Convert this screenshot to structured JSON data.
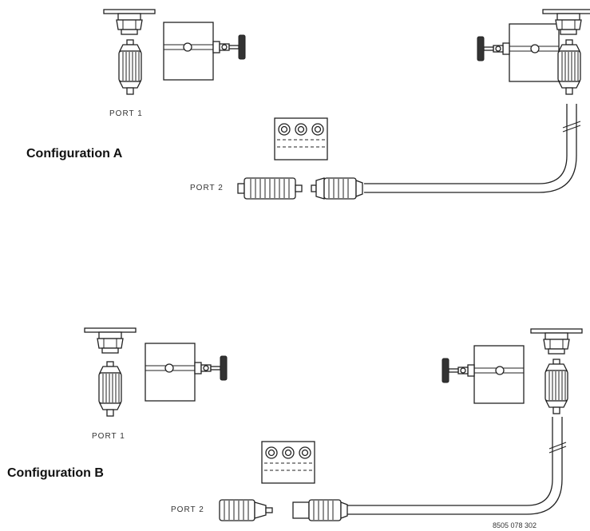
{
  "labels": {
    "config_a": "Configuration A",
    "config_b": "Configuration B",
    "port_1": "PORT 1",
    "port_2": "PORT 2",
    "drawing_number": "8505 078 302"
  }
}
